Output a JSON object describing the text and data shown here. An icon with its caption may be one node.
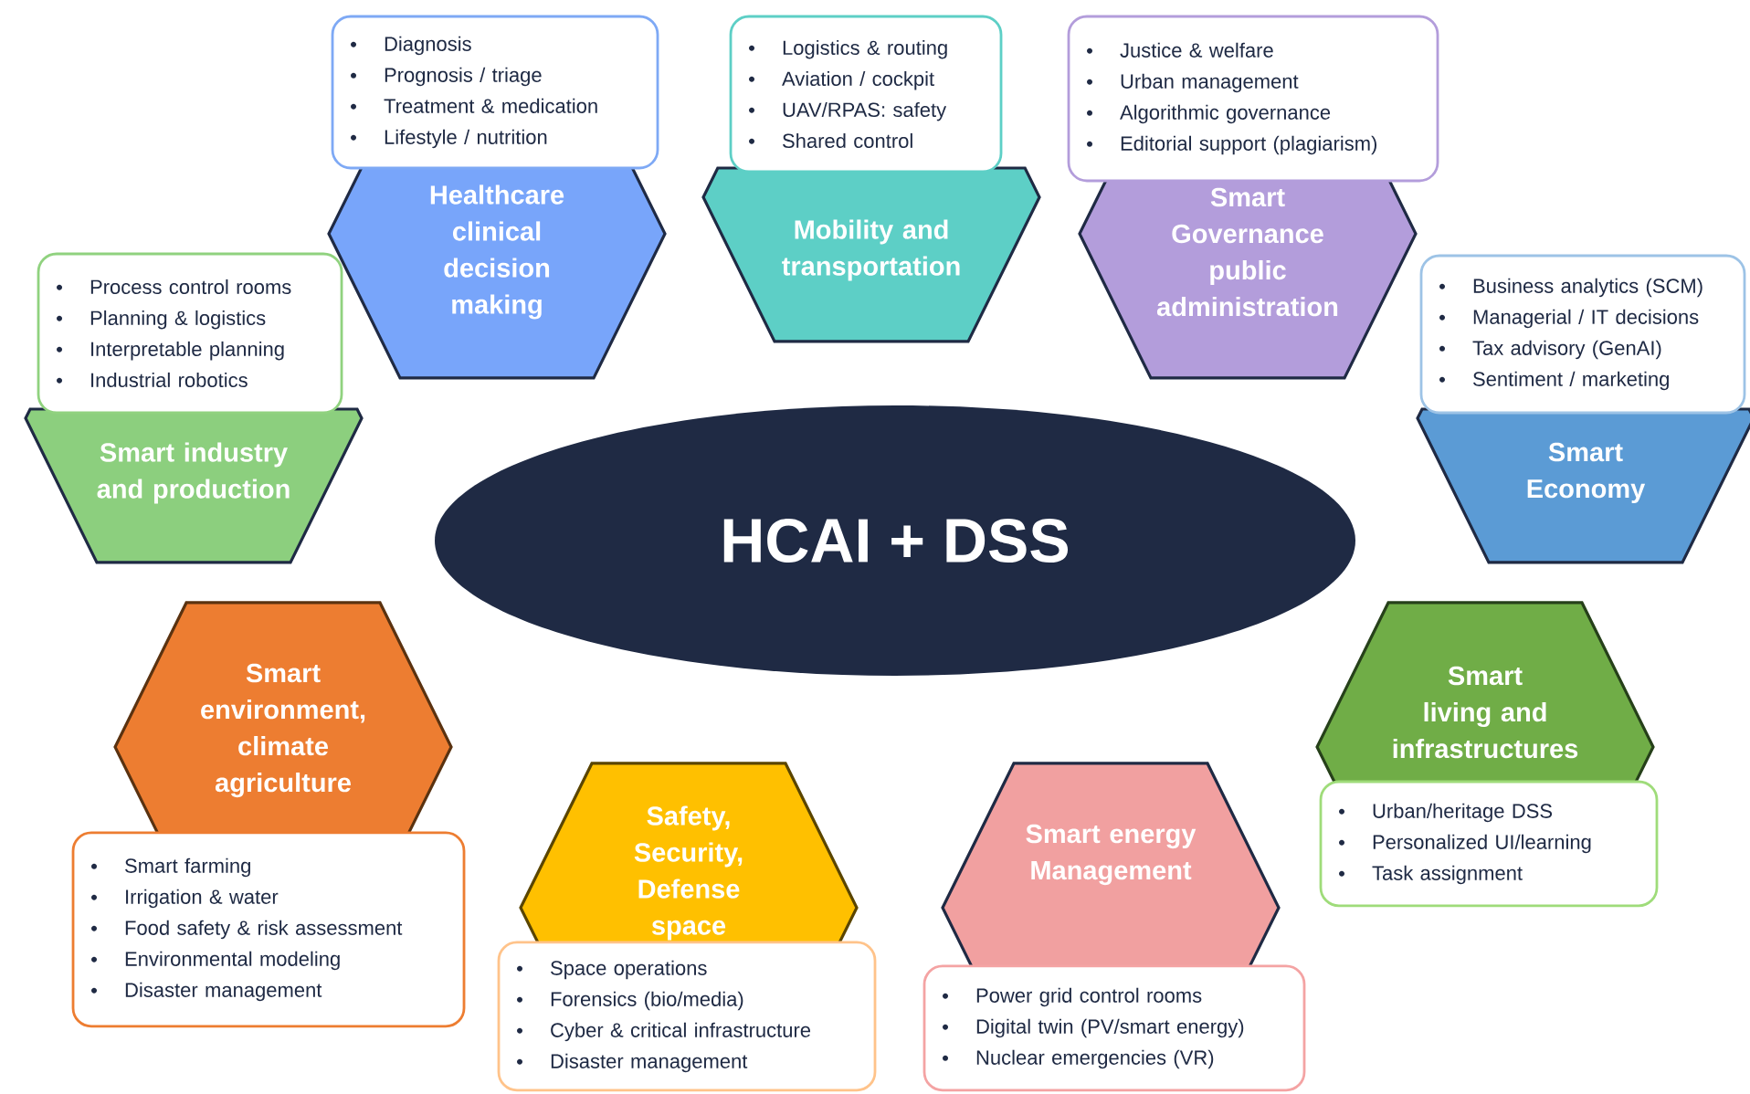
{
  "diagram": {
    "nodes": [
      {
        "text": [
          "Healthcare clinical decision making"
        ]
      },
      {
        "text": [
          "Diagnosis",
          "Prognosis / triage",
          "Treatment & medication",
          "Lifestyle / nutrition"
        ]
      },
      {
        "text": [
          "Mobility and transportation"
        ]
      },
      {
        "text": [
          "Logistics & routing",
          "Aviation / cockpit",
          "UAV/RPAS: safety",
          "Shared control"
        ]
      },
      {
        "text": [
          "Smart Governance public administration"
        ]
      },
      {
        "text": [
          "Justice & welfare",
          "Urban management",
          "Algorithmic governance",
          "Editorial support (plagiarism)"
        ]
      },
      {
        "text": [
          "Smart industry and production"
        ]
      },
      {
        "text": [
          "Process control rooms",
          "Planning & logistics",
          "Interpretable planning",
          "Industrial robotics"
        ]
      },
      {
        "text": [
          "Smart Economy"
        ]
      },
      {
        "text": [
          "Business analytics (SCM)",
          "Managerial / IT decisions",
          "Tax advisory (GenAI)",
          "Sentiment / marketing"
        ]
      },
      {
        "text": [
          "HCAI + DSS"
        ]
      },
      {
        "text": [
          "Smart environment, climate agriculture"
        ]
      },
      {
        "text": [
          "Smart farming",
          "Irrigation & water",
          "Food safety & risk assessment",
          "Environmental modeling",
          "Disaster management"
        ]
      },
      {
        "text": [
          "Smart living and infrastructures"
        ]
      },
      {
        "text": [
          "Urban/heritage DSS",
          "Personalized UI/learning",
          "Task assignment"
        ]
      },
      {
        "text": [
          "Safety, Security, Defense space"
        ]
      },
      {
        "text": [
          "Space operations",
          "Forensics (bio/media)",
          "Cyber & critical infrastructure",
          "Disaster management"
        ]
      },
      {
        "text": [
          "Smart energy Management"
        ]
      },
      {
        "text": [
          "Power grid control rooms",
          "Digital twin (PV/smart energy)",
          "Nuclear emergencies (VR)"
        ]
      }
    ]
  }
}
